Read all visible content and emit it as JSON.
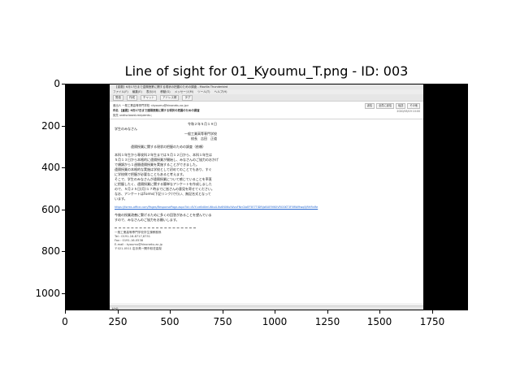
{
  "figure": {
    "title": "Line of sight for 01_Kyoumu_T.png - ID: 003",
    "y_ticks": [
      "0",
      "200",
      "400",
      "600",
      "800",
      "1000"
    ],
    "x_ticks": [
      "0",
      "250",
      "500",
      "750",
      "1000",
      "1250",
      "1500",
      "1750"
    ]
  },
  "screenshot": {
    "window_title": "【重要】6月17日まで遠隔授業に関する現状の把握のための調査 - Mozilla Thunderbird",
    "menu": [
      "ファイル(F)",
      "編集(E)",
      "表示(V)",
      "移動(G)",
      "メッセージ(M)",
      "ツール(T)",
      "ヘルプ(H)"
    ],
    "toolbar": [
      "受信",
      "作成",
      "チャット",
      "アドレス帳",
      "タグ"
    ],
    "header": {
      "from": "差出人 一般工業高等専門学校 <kyoumu@hinoneku.ac.jp>",
      "subject": "件名 【重要】6月17日まで遠隔授業に関する現状の把握のための調査",
      "to": "宛先 undisclosed-recipients:;",
      "actions": [
        "返信",
        "全員に返信",
        "転送",
        "その他"
      ],
      "date": "2020/05/19 10:00"
    },
    "body": {
      "date_line": "令和２年５月１９日",
      "greeting": "学生のみなさん",
      "school": "一般工業高等専門学校",
      "principal": "校長　吉田　正道",
      "subject_line": "遠隔授業に関する現状の把握のための調査（依頼）",
      "paragraphs": [
        "本科１年生から専攻科２年生までは５月１２日から、本科１年生は",
        "５月１３日から本格的に遠隔授業が開始し、みなさんのご協力のおかげ",
        "で順調から１週間遠隔授業を実施することができました。",
        "遠隔授業の本格的な実施は学校として初めてのことでもあり、すぐ",
        "に学校側で把握が必要なこともあると考えます。",
        "そこで、学生のみなさんが遠隔授業について感じていることを率直",
        "に把握したく、遠隔授業に関する簡単なアンケートを作成しました",
        "ので、５月２５日(月)１７時までに皆さんの意見を寄せてください。",
        "なお、アンケートはForms(下記リンク)で行い、無記名式となって",
        "います。"
      ],
      "link": "https://forms.office.com/Pages/ResponsePage.aspx?id=4VY-ce6dXmU6kulLIfu6N06uIWvoFNnGIaEF5E7TIDRlJzBUE9IN5VRGSKT3F5RWMwq5JRHRnRe",
      "closing": [
        "今後の授業改善に繋げるために多くの回答があることを望んでいま",
        "すので、みなさんのご協力をお願いします。"
      ],
      "signature": [
        "一般工業高等専門学校学生課教務係",
        "Tel : 0191-16-8717,8751",
        "Fax : 0191-16-0538",
        "E-mail : kyoumu@hinoneku.ac.jp",
        "〒021-0511 岩手県一関市萩荘高梨"
      ]
    },
    "status": "((•))"
  }
}
